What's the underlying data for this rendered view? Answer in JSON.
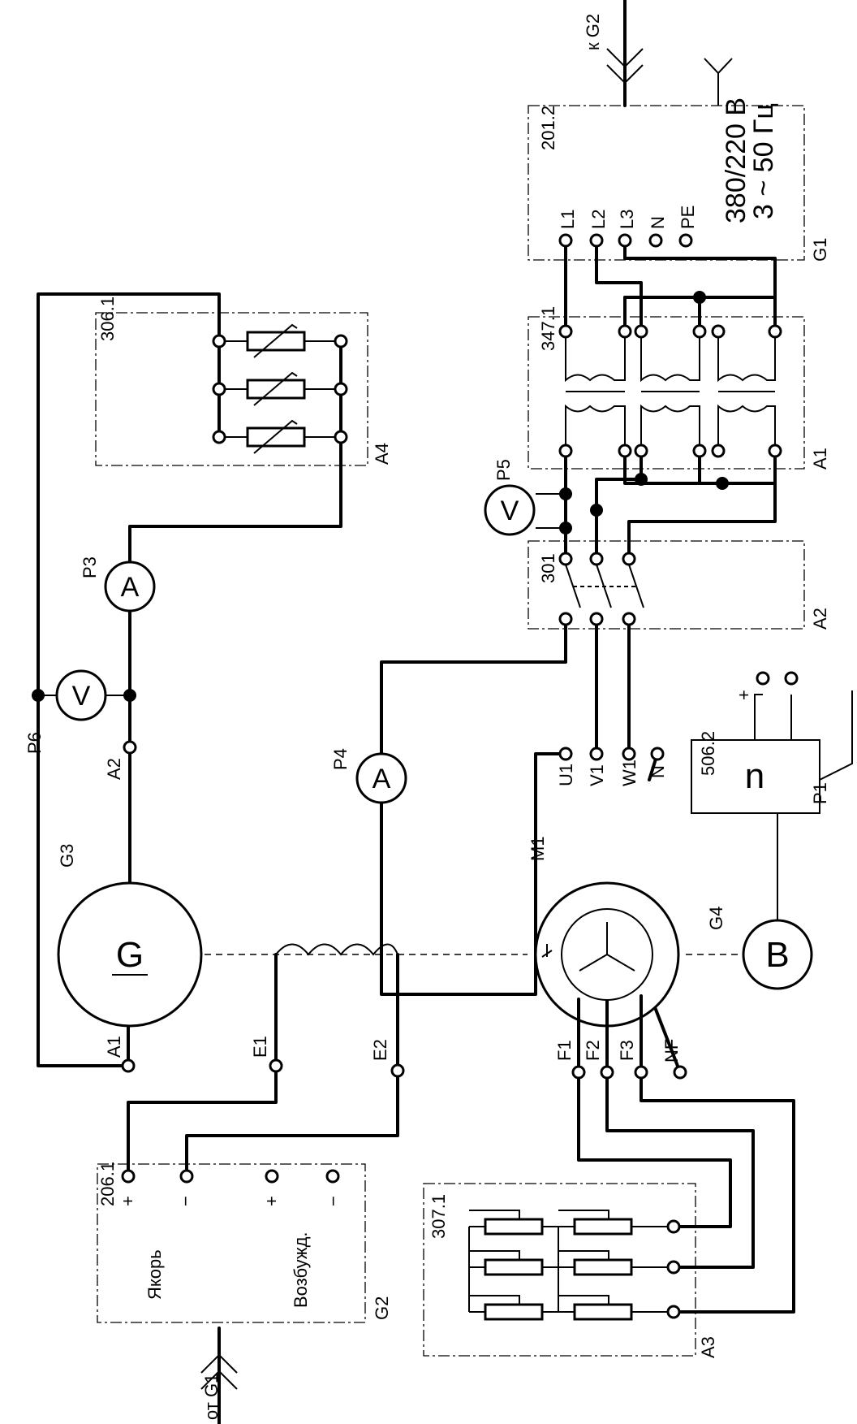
{
  "modules": {
    "m306": "306.1",
    "m347": "347.1",
    "m201": "201.2",
    "m301": "301",
    "m206": "206.1",
    "m307": "307.1",
    "m506": "506.2"
  },
  "designators": {
    "A4": "A4",
    "A1": "A1",
    "A2": "A2",
    "A3": "A3",
    "G1": "G1",
    "G2": "G2",
    "G3": "G3",
    "G4": "G4",
    "M1": "M1",
    "P1": "P1",
    "P3": "P3",
    "P4": "P4",
    "P5": "P5",
    "P6": "P6"
  },
  "supply": {
    "voltage": "380/220 В",
    "freq": "3 ~ 50 Гц",
    "to_g2": "к G2",
    "from_g1": "от G1",
    "terminals": [
      "L1",
      "L2",
      "L3",
      "N",
      "PE"
    ]
  },
  "meters": {
    "volt": "V",
    "amp": "A",
    "speed": "n",
    "sensor": "B",
    "gen": "G"
  },
  "generator": {
    "a1": "A1",
    "a2": "A2",
    "e1": "E1",
    "e2": "E2"
  },
  "motor": {
    "stator": [
      "U1",
      "V1",
      "W1",
      "N"
    ],
    "rotor": [
      "F1",
      "F2",
      "F3",
      "NF"
    ]
  },
  "dc_source": {
    "armature": "Якорь",
    "excitation": "Возбужд.",
    "plus": "+",
    "minus": "−"
  },
  "sensor_plus": "+"
}
